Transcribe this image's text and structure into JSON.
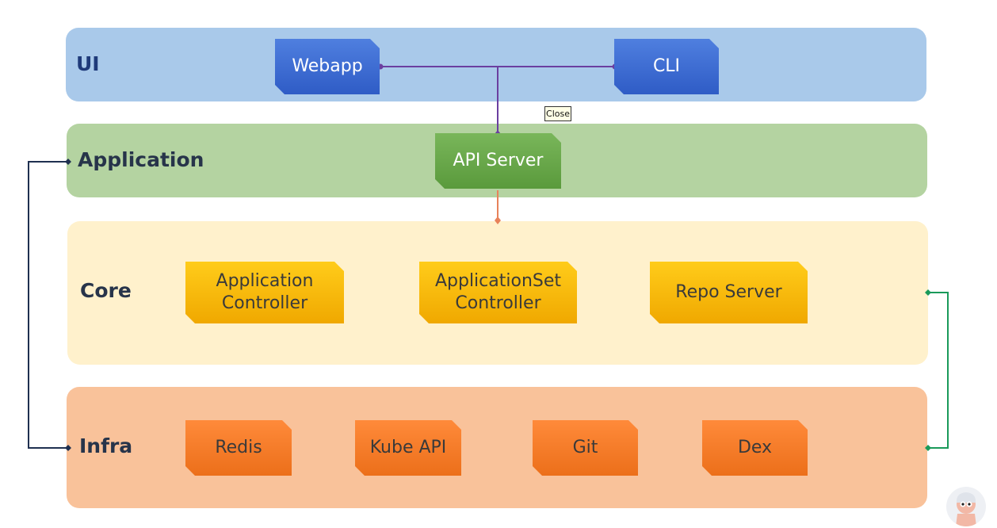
{
  "layers": {
    "ui": {
      "label": "UI",
      "color": "#a9c9ea"
    },
    "application": {
      "label": "Application",
      "color": "#b4d3a1"
    },
    "core": {
      "label": "Core",
      "color": "#fff1cc"
    },
    "infra": {
      "label": "Infra",
      "color": "#f9c29a"
    }
  },
  "nodes": {
    "webapp": "Webapp",
    "cli": "CLI",
    "api_server": "API Server",
    "application_controller": "Application\nController",
    "applicationset_controller": "ApplicationSet\nController",
    "repo_server": "Repo Server",
    "redis": "Redis",
    "kube_api": "Kube API",
    "git": "Git",
    "dex": "Dex"
  },
  "tooltip": {
    "text": "Close"
  },
  "colors": {
    "ui_connector": "#6b3fa0",
    "api_connector": "#e8825a",
    "left_bracket": "#1f3050",
    "right_bracket": "#1a9a5a"
  }
}
